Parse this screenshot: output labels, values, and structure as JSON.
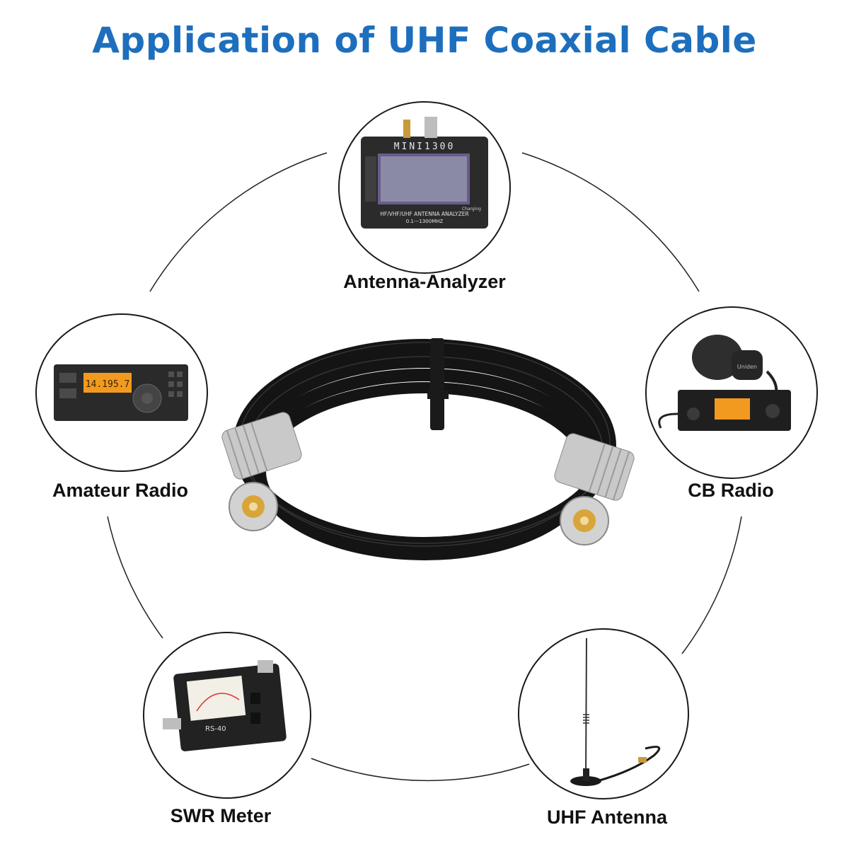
{
  "title": "Application of UHF Coaxial Cable",
  "colors": {
    "title": "#1d6fbe",
    "ring": "#222222",
    "cable": "#141414",
    "connector": "#c9c9c9",
    "gold": "#d8a53a",
    "lcd": "#f29a1f"
  },
  "nodes": [
    {
      "label": "Antenna-Analyzer",
      "device_text": [
        "MINI1300",
        "HF/VHF/UHF ANTENNA ANALYZER",
        "0.1---1300MHZ",
        "Charging"
      ],
      "icon": "antenna-analyzer-icon"
    },
    {
      "label": "Amateur Radio",
      "device_text": [
        "14.195.7"
      ],
      "icon": "amateur-radio-icon"
    },
    {
      "label": "CB Radio",
      "device_text": [
        "Uniden"
      ],
      "icon": "cb-radio-icon"
    },
    {
      "label": "SWR Meter",
      "device_text": [
        "RS-40"
      ],
      "icon": "swr-meter-icon"
    },
    {
      "label": "UHF Antenna",
      "device_text": [],
      "icon": "uhf-antenna-icon"
    }
  ],
  "product": {
    "icon": "coaxial-cable-icon"
  }
}
